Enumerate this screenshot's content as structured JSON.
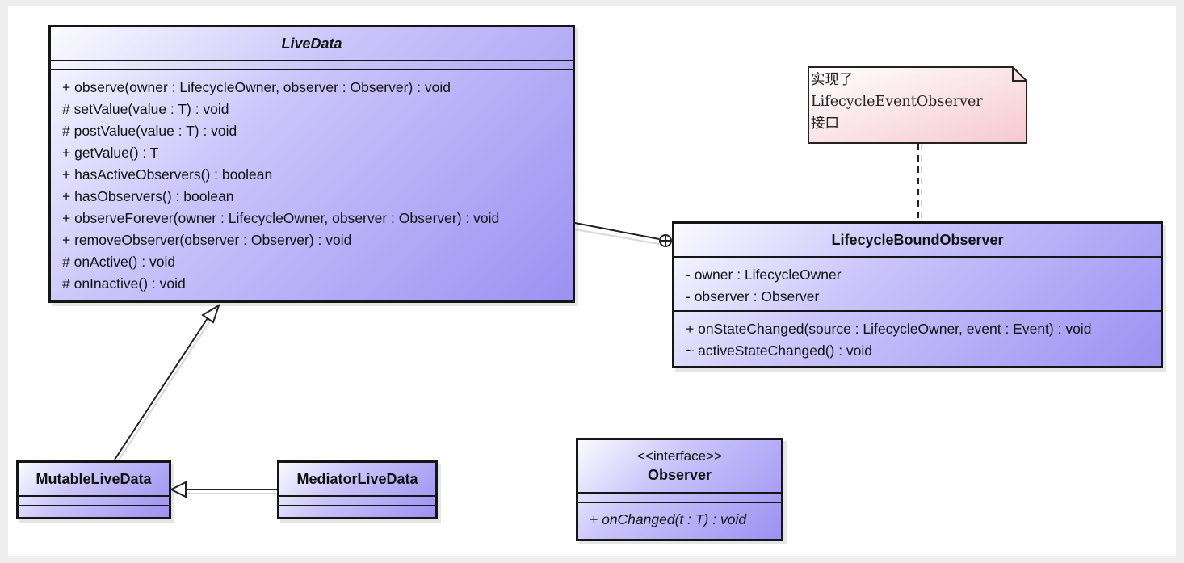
{
  "colors": {
    "class_border": "#151515",
    "class_fill_light": "#fbfbff",
    "class_fill_dark": "#9d91f2",
    "note_fill": "#f9d8dc",
    "line": "#222222"
  },
  "classes": {
    "livedata": {
      "name": "LiveData",
      "attributes": [],
      "operations": [
        "+ observe(owner : LifecycleOwner, observer : Observer) : void",
        "# setValue(value : T) : void",
        "# postValue(value : T) : void",
        "+ getValue() : T",
        "+ hasActiveObservers() : boolean",
        "+ hasObservers() : boolean",
        "+ observeForever(owner : LifecycleOwner, observer : Observer) : void",
        "+ removeObserver(observer : Observer) : void",
        "# onActive() : void",
        "# onInactive() : void"
      ]
    },
    "lifecycle_bound_observer": {
      "name": "LifecycleBoundObserver",
      "attributes": [
        "- owner : LifecycleOwner",
        "- observer : Observer"
      ],
      "operations": [
        "+ onStateChanged(source : LifecycleOwner, event : Event) : void",
        "~ activeStateChanged() : void"
      ]
    },
    "mutable_livedata": {
      "name": "MutableLiveData"
    },
    "mediator_livedata": {
      "name": "MediatorLiveData"
    },
    "observer": {
      "stereotype": "<<interface>>",
      "name": "Observer",
      "operations": [
        "+ onChanged(t : T) : void"
      ]
    }
  },
  "note": {
    "lines": [
      "实现了",
      "LifecycleEventObserver",
      "接口"
    ]
  },
  "relations": [
    {
      "type": "generalization",
      "from": "MutableLiveData",
      "to": "LiveData"
    },
    {
      "type": "generalization",
      "from": "MediatorLiveData",
      "to": "MutableLiveData"
    },
    {
      "type": "nesting",
      "from": "LiveData",
      "to": "LifecycleBoundObserver"
    },
    {
      "type": "note-anchor",
      "from": "note",
      "to": "LifecycleBoundObserver"
    }
  ]
}
